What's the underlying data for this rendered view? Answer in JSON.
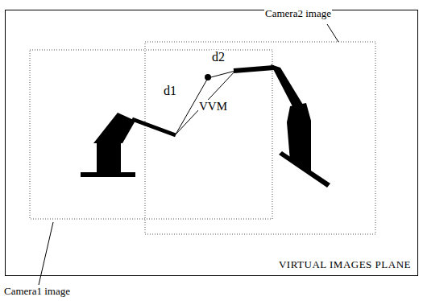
{
  "diagram": {
    "nodes": [
      {
        "text": [
          "VIRTUAL IMAGES PLANE"
        ]
      }
    ],
    "labels": [
      "Camera2 image",
      "Camera1 image",
      "d1",
      "d2",
      "VVM"
    ]
  }
}
